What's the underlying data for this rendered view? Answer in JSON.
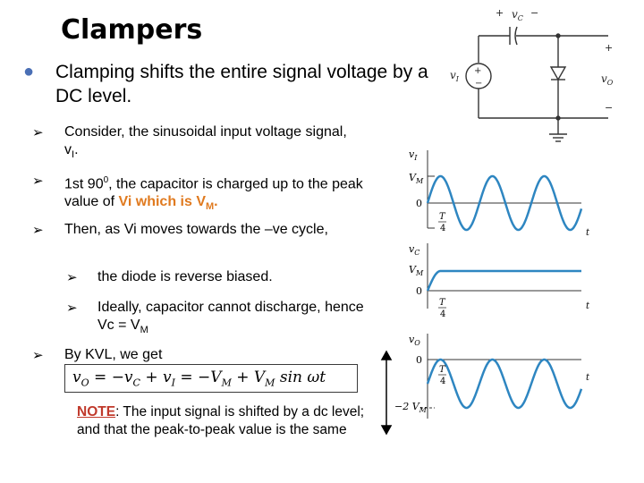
{
  "slide": {
    "title": "Clampers",
    "main_bullet": "Clamping shifts the entire signal voltage by a DC level."
  },
  "points": [
    {
      "text": "Consider, the sinusoidal input voltage signal, v",
      "sub": "I",
      "tail": "."
    },
    {
      "pre": "1st 90",
      "sup": "0",
      "mid": ", the capacitor is charged up to the peak value of ",
      "highlight": "Vi which is V",
      "highlight_sub": "M",
      "tail": "."
    },
    {
      "text": "Then, as Vi moves towards the –ve cycle,"
    },
    {
      "text": "the diode is reverse biased."
    },
    {
      "pre": "Ideally, capacitor cannot discharge, hence Vc = V",
      "sub": "M"
    },
    {
      "text": "By KVL, we get"
    }
  ],
  "equation": {
    "lhs": "v",
    "lhs_sub": "O",
    "rhs": " = −v",
    "rhs_sub1": "C",
    "rhs2": " + v",
    "rhs_sub2": "I",
    "rhs3": " = −V",
    "rhs_sub3": "M",
    "rhs4": " + V",
    "rhs_sub4": "M",
    "rhs5": " sin ωt"
  },
  "note": {
    "label": "NOTE",
    "text": ": The input signal is shifted by a dc level; and that the peak-to-peak value is the same"
  },
  "circuit": {
    "cap_label": "v",
    "cap_sub": "C",
    "plus": "+",
    "minus": "−",
    "vi_label": "v",
    "vi_sub": "I",
    "vo_label": "v",
    "vo_sub": "O"
  },
  "plots": {
    "vi": {
      "ylabel": "v",
      "ysub": "I",
      "vm": "V",
      "vm_sub": "M",
      "zero": "0",
      "t_frac_num": "T",
      "t_frac_den": "4",
      "xlabel": "t"
    },
    "vc": {
      "ylabel": "v",
      "ysub": "C",
      "vm": "V",
      "vm_sub": "M",
      "zero": "0",
      "t_frac_num": "T",
      "t_frac_den": "4",
      "xlabel": "t"
    },
    "vo": {
      "ylabel": "v",
      "ysub": "O",
      "zero": "0",
      "m2vm": "−2 V",
      "m2vm_sub": "M",
      "t_frac_num": "T",
      "t_frac_den": "4",
      "xlabel": "t"
    }
  },
  "colors": {
    "waveform": "#2e86c1",
    "accent": "#e07a1f",
    "note": "#c0392b",
    "bullet": "#4a6fb5"
  }
}
